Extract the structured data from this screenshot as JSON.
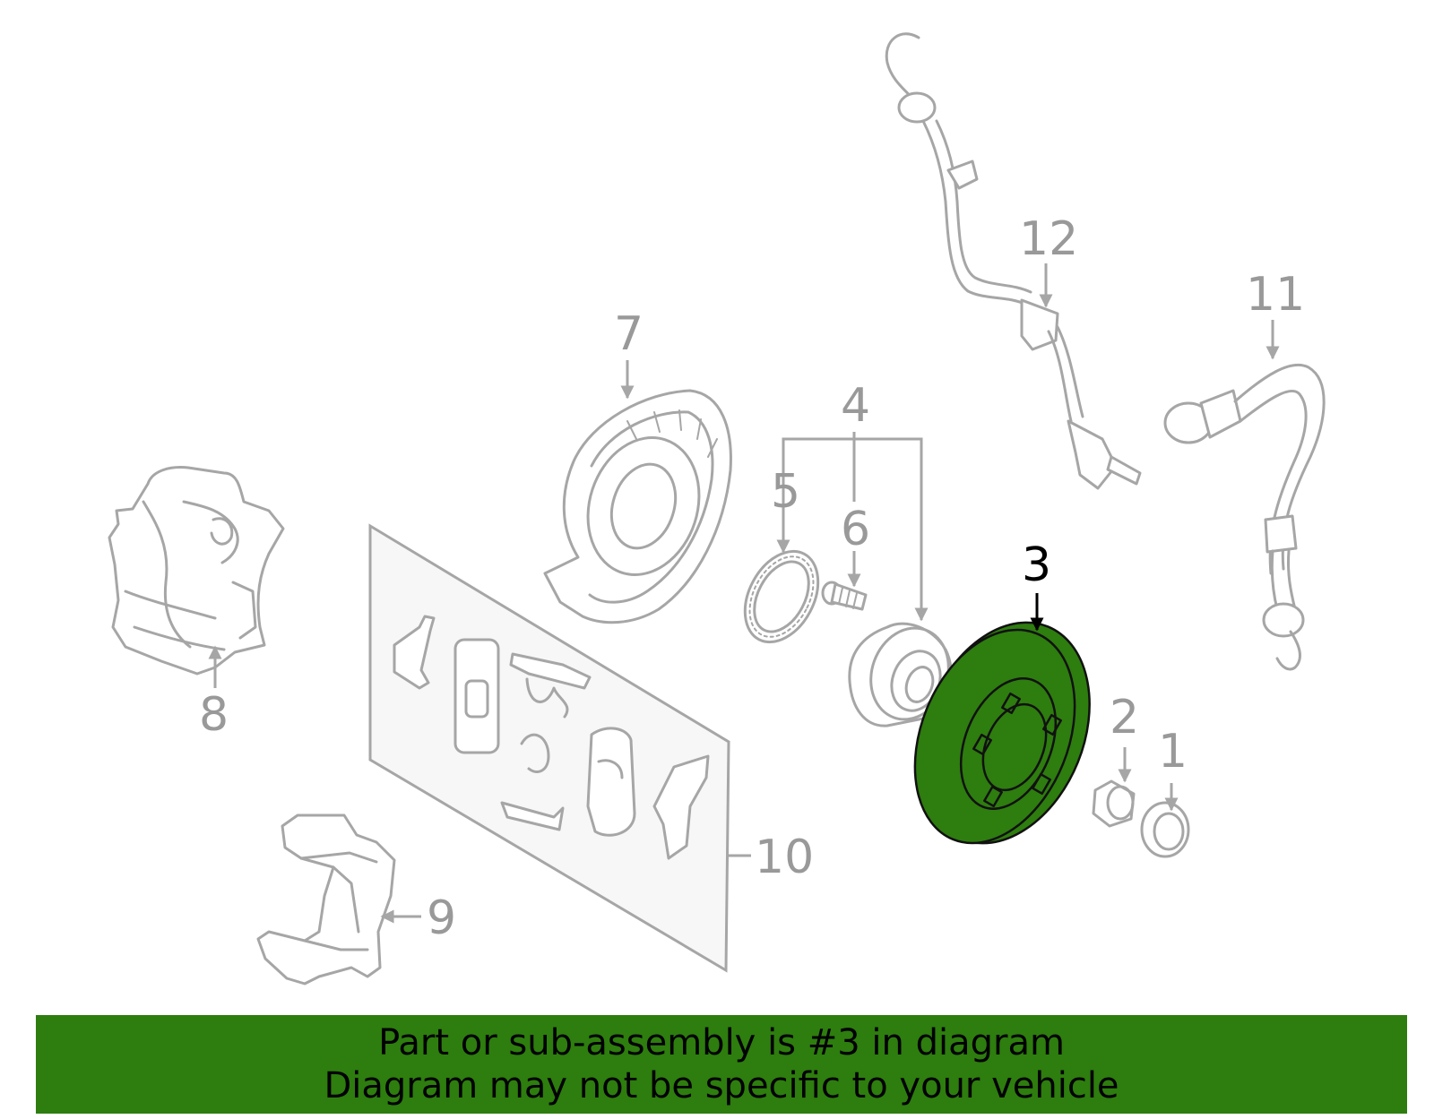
{
  "diagram": {
    "highlight_color": "#2e7d0f",
    "outline_color": "#a6a6a6",
    "callouts": [
      {
        "id": "1",
        "label": "1"
      },
      {
        "id": "2",
        "label": "2"
      },
      {
        "id": "3",
        "label": "3",
        "highlighted": true
      },
      {
        "id": "4",
        "label": "4"
      },
      {
        "id": "5",
        "label": "5"
      },
      {
        "id": "6",
        "label": "6"
      },
      {
        "id": "7",
        "label": "7"
      },
      {
        "id": "8",
        "label": "8"
      },
      {
        "id": "9",
        "label": "9"
      },
      {
        "id": "10",
        "label": "10"
      },
      {
        "id": "11",
        "label": "11"
      },
      {
        "id": "12",
        "label": "12"
      }
    ]
  },
  "banner": {
    "line1": "Part or sub-assembly is #3 in diagram",
    "line2": "Diagram may not be specific to your vehicle",
    "background": "#2e7d0f"
  }
}
